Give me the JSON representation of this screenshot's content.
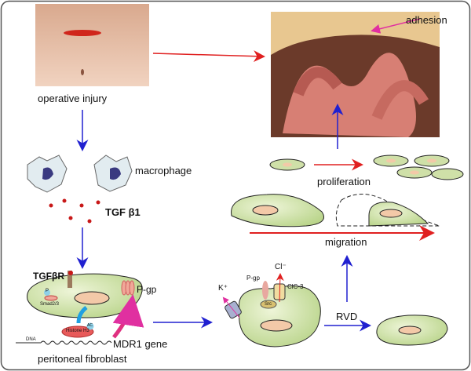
{
  "labels": {
    "operative_injury": "operative injury",
    "adhesion": "adhesion",
    "macrophage": "macrophage",
    "tgf_b1": "TGF β1",
    "tgfbr": "TGFβR",
    "p": "P",
    "smad": "Smad2/3",
    "pgp": "P-gp",
    "ac": "AC",
    "histone": "Histone H3",
    "dna": "DNA",
    "mdr1": "MDR1 gene",
    "fibroblast": "peritoneal fibroblast",
    "k": "K⁺",
    "cl": "Cl⁻",
    "pgp2": "P-gp",
    "clc3": "ClC-3",
    "src": "Src",
    "rvd": "RVD",
    "migration": "migration",
    "proliferation": "proliferation"
  },
  "colors": {
    "cell": "#cfe0a8",
    "nucleus": "#f3c9a8",
    "blue_arrow": "#2020d0",
    "red_arrow": "#e02020",
    "magenta": "#e030a0"
  }
}
